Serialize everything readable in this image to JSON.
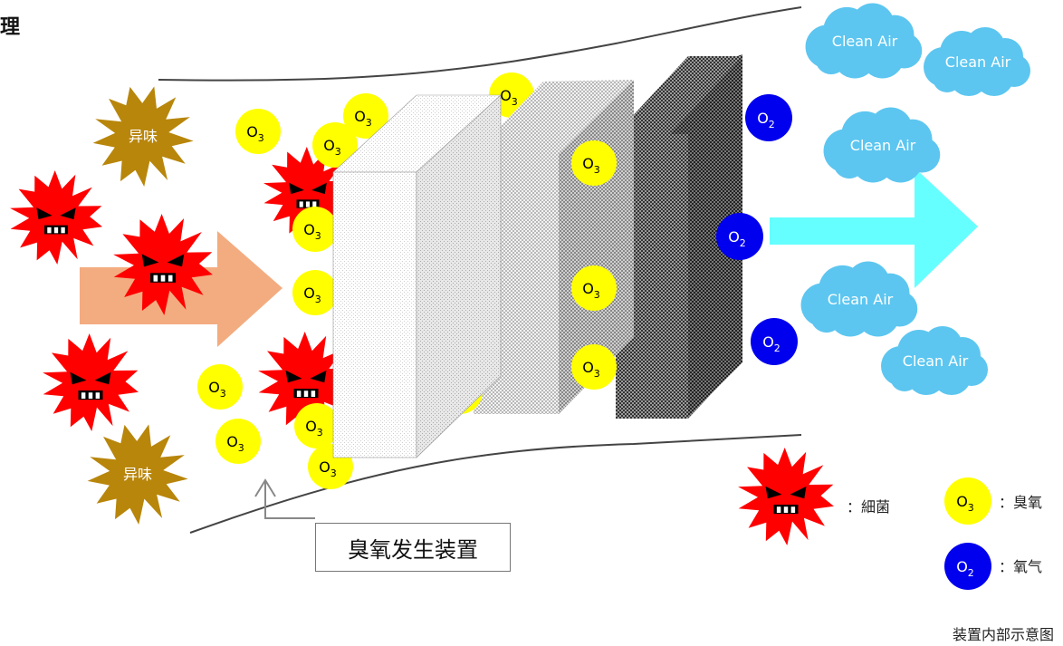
{
  "title_fragment": "理",
  "generator_label": "臭氧发生装置",
  "footer_caption": "装置内部示意图",
  "odor_label": "异味",
  "clean_air_label": "Clean Air",
  "ozone": {
    "base": "O",
    "sub": "3"
  },
  "oxygen": {
    "base": "O",
    "sub": "2"
  },
  "legend": {
    "bacteria": "：細菌",
    "ozone": "：臭氧",
    "oxygen": "：氧气"
  },
  "colors": {
    "bacteria": "#ff0000",
    "odor": "#b8860b",
    "ozone": "#ffff00",
    "oxygen": "#0000ee",
    "cloud": "#5cc6f0",
    "inflow_arrow": "#f3ac80",
    "outflow_arrow": "#66ffff"
  }
}
